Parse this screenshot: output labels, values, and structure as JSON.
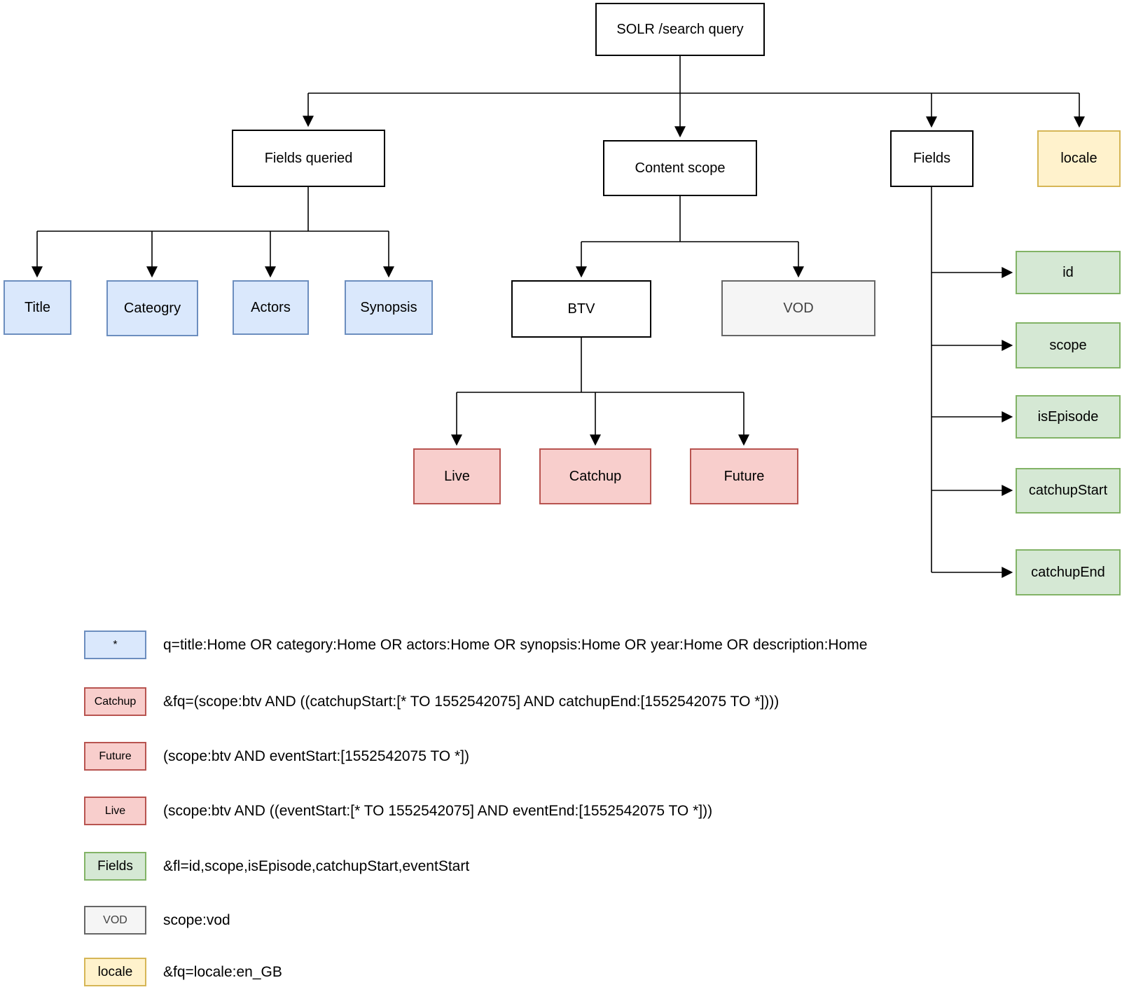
{
  "diagram": {
    "root": {
      "label": "SOLR /search query"
    },
    "branches": {
      "fields_queried": {
        "label": "Fields queried"
      },
      "content_scope": {
        "label": "Content scope"
      },
      "fields": {
        "label": "Fields"
      },
      "locale": {
        "label": "locale"
      }
    },
    "queried_fields": [
      {
        "label": "Title"
      },
      {
        "label": "Cateogry"
      },
      {
        "label": "Actors"
      },
      {
        "label": "Synopsis"
      }
    ],
    "content_scopes": [
      {
        "label": "BTV"
      },
      {
        "label": "VOD"
      }
    ],
    "btv_modes": [
      {
        "label": "Live"
      },
      {
        "label": "Catchup"
      },
      {
        "label": "Future"
      }
    ],
    "returned_fields": [
      {
        "label": "id"
      },
      {
        "label": "scope"
      },
      {
        "label": "isEpisode"
      },
      {
        "label": "catchupStart"
      },
      {
        "label": "catchupEnd"
      }
    ]
  },
  "legend": {
    "rows": [
      {
        "key": "*",
        "text": "q=title:Home OR category:Home OR actors:Home OR synopsis:Home OR year:Home OR description:Home"
      },
      {
        "key": "Catchup",
        "text": "&fq=(scope:btv AND ((catchupStart:[* TO 1552542075] AND catchupEnd:[1552542075 TO *])))"
      },
      {
        "key": "Future",
        "text": "(scope:btv AND eventStart:[1552542075 TO *])"
      },
      {
        "key": "Live",
        "text": "(scope:btv AND ((eventStart:[* TO 1552542075] AND eventEnd:[1552542075 TO *]))"
      },
      {
        "key": "Fields",
        "text": "&fl=id,scope,isEpisode,catchupStart,eventStart"
      },
      {
        "key": "VOD",
        "text": "scope:vod"
      },
      {
        "key": "locale",
        "text": "&fq=locale:en_GB"
      }
    ]
  },
  "palette": {
    "blue_fill": "#dae8fc",
    "blue_border": "#6c8ebf",
    "red_fill": "#f8cecc",
    "red_border": "#b85450",
    "green_fill": "#d5e8d4",
    "green_border": "#82b366",
    "yellow_fill": "#fff2cc",
    "yellow_border": "#d6b656",
    "gray_fill": "#f5f5f5",
    "gray_border": "#666666",
    "line": "#000000"
  }
}
